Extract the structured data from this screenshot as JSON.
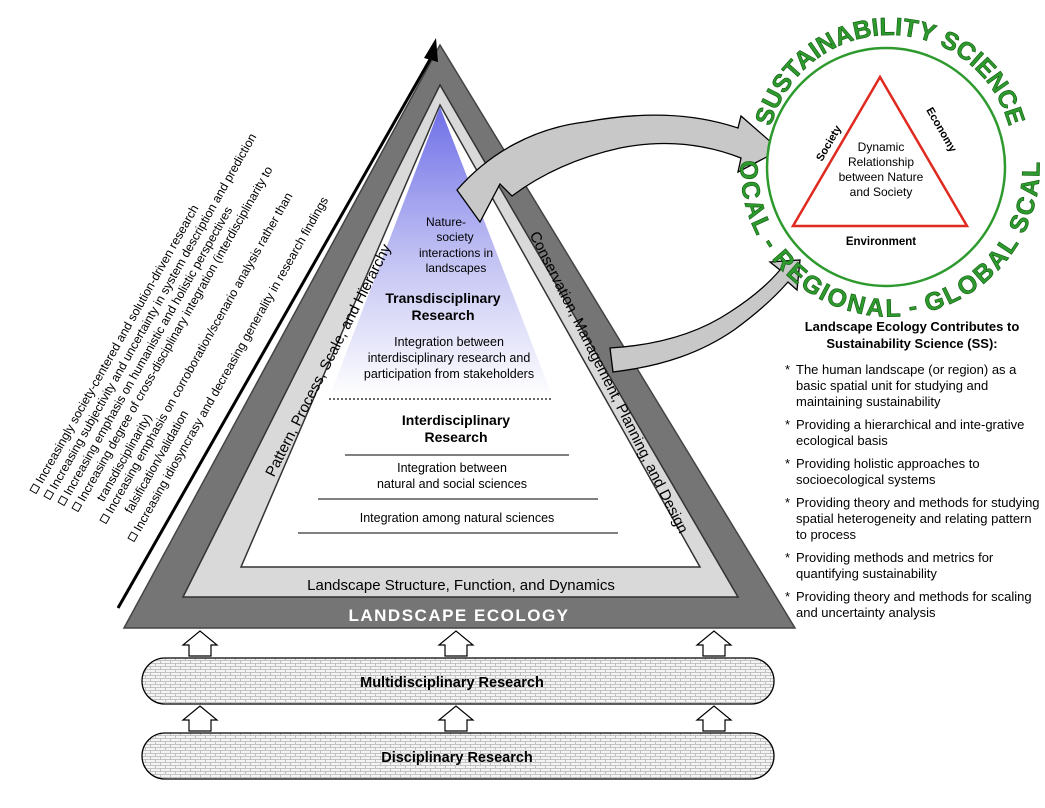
{
  "landscape_ecology": "LANDSCAPE ECOLOGY",
  "base_band": "Landscape Structure, Function, and Dynamics",
  "left_band": "Pattern, Process, Scale, and Hierarchy",
  "right_band": "Conservation, Management, Planning, and Design",
  "apex": {
    "line1": "Nature-",
    "line2": "society",
    "line3": "interactions in",
    "line4": "landscapes"
  },
  "transdisciplinary": {
    "title1": "Transdisciplinary",
    "title2": "Research",
    "desc1": "Integration between",
    "desc2": "interdisciplinary research and",
    "desc3": "participation from stakeholders"
  },
  "interdisciplinary": {
    "title1": "Interdisciplinary",
    "title2": "Research",
    "desc1": "Integration between",
    "desc2": "natural and social sciences",
    "desc3": "Integration among natural sciences"
  },
  "multidisciplinary": "Multidisciplinary Research",
  "disciplinary": "Disciplinary Research",
  "trends": [
    "Increasingly society-centered and solution-driven research",
    "Increasing subjectivity and uncertainty in system description and prediction",
    "Increasing emphasis on humanistic and holistic perspectives",
    "Increasing degree of cross-disciplinary integration (interdisciplinarity to",
    "transdisciplinarity)",
    "Increasing emphasis on corroboration/scenario analysis rather than",
    "falsification/validation",
    "Increasing idiosyncrasy and decreasing generality in research findings"
  ],
  "sustainability": {
    "top_arc": "SUSTAINABILITY SCIENCE",
    "bottom_arc": "LOCAL - REGIONAL - GLOBAL SCALE",
    "society": "Society",
    "economy": "Economy",
    "environment": "Environment",
    "center1": "Dynamic",
    "center2": "Relationship",
    "center3": "between Nature",
    "center4": "and Society",
    "green": "#2e9a2e",
    "red": "#e0291f"
  },
  "contributions": {
    "title1": "Landscape Ecology Contributes to",
    "title2": "Sustainability Science (SS):",
    "items": [
      "The human landscape (or region) as a basic spatial unit for studying and maintaining sustainability",
      "Providing a hierarchical and inte-grative ecological basis",
      "Providing holistic approaches to socioecological systems",
      "Providing theory and methods for studying spatial heterogeneity and relating pattern to process",
      "Providing methods and metrics for quantifying sustainability",
      "Providing theory and methods for scaling and uncertainty analysis"
    ]
  }
}
